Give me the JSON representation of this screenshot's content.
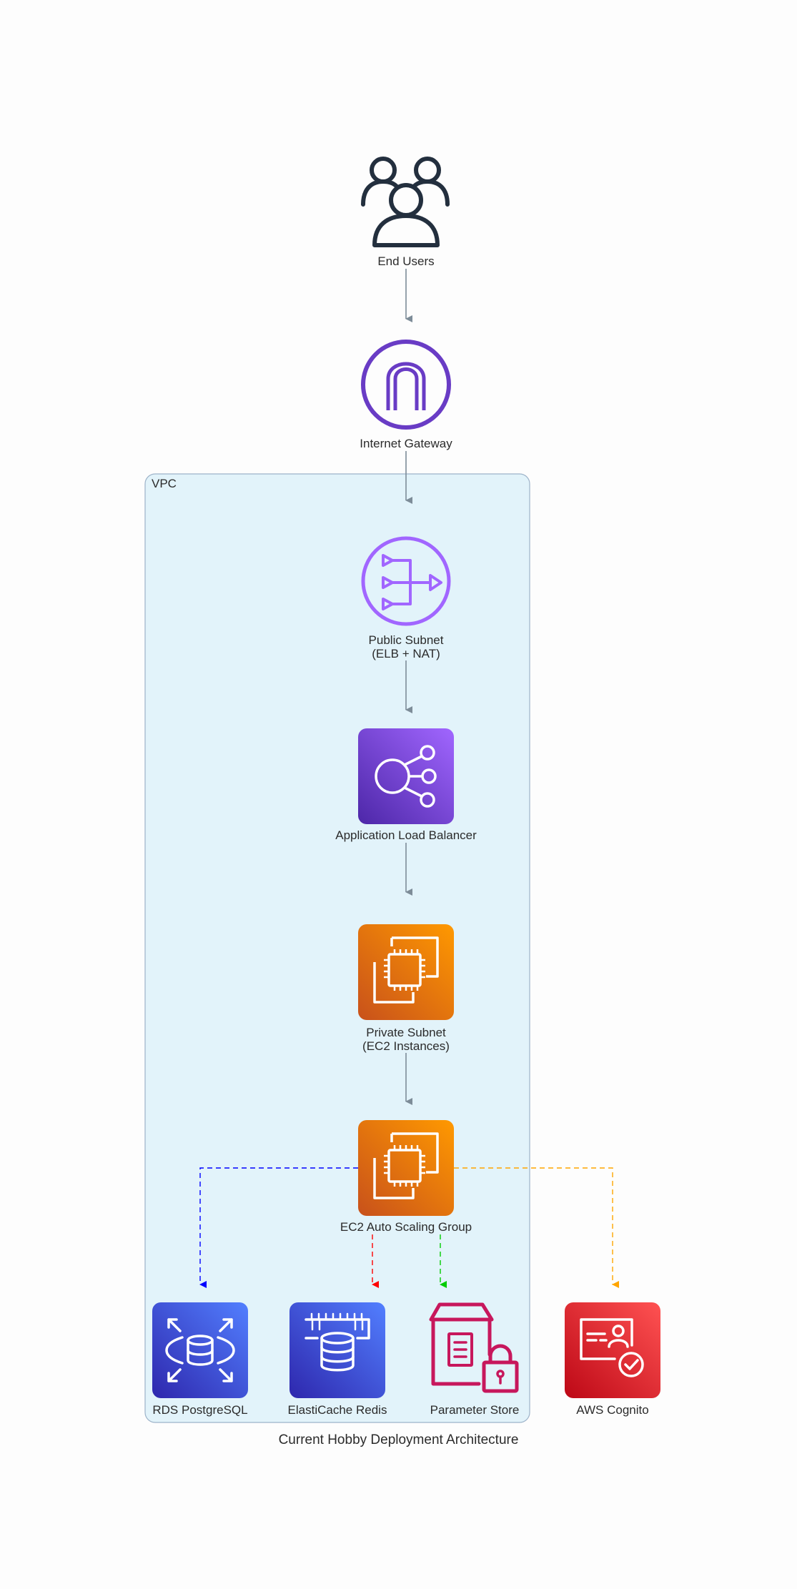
{
  "vpc_label": "VPC",
  "nodes": {
    "end_users": "End Users",
    "internet_gateway": "Internet Gateway",
    "public_subnet": "Public Subnet\n(ELB + NAT)",
    "alb": "Application Load Balancer",
    "private_subnet": "Private Subnet\n(EC2 Instances)",
    "asg": "EC2 Auto Scaling Group",
    "rds": "RDS PostgreSQL",
    "elasticache": "ElastiCache Redis",
    "param_store": "Parameter Store",
    "cognito": "AWS Cognito"
  },
  "caption": "Current Hobby Deployment Architecture",
  "colors": {
    "arrow_gray": "#7d8c98",
    "arrow_rds": "#0000ff",
    "arrow_cache": "#ff0000",
    "arrow_param": "#00cc00",
    "arrow_cognito": "#ffa500",
    "vpc_fill": "#e2f3fa",
    "vpc_stroke": "#9db3c9"
  }
}
